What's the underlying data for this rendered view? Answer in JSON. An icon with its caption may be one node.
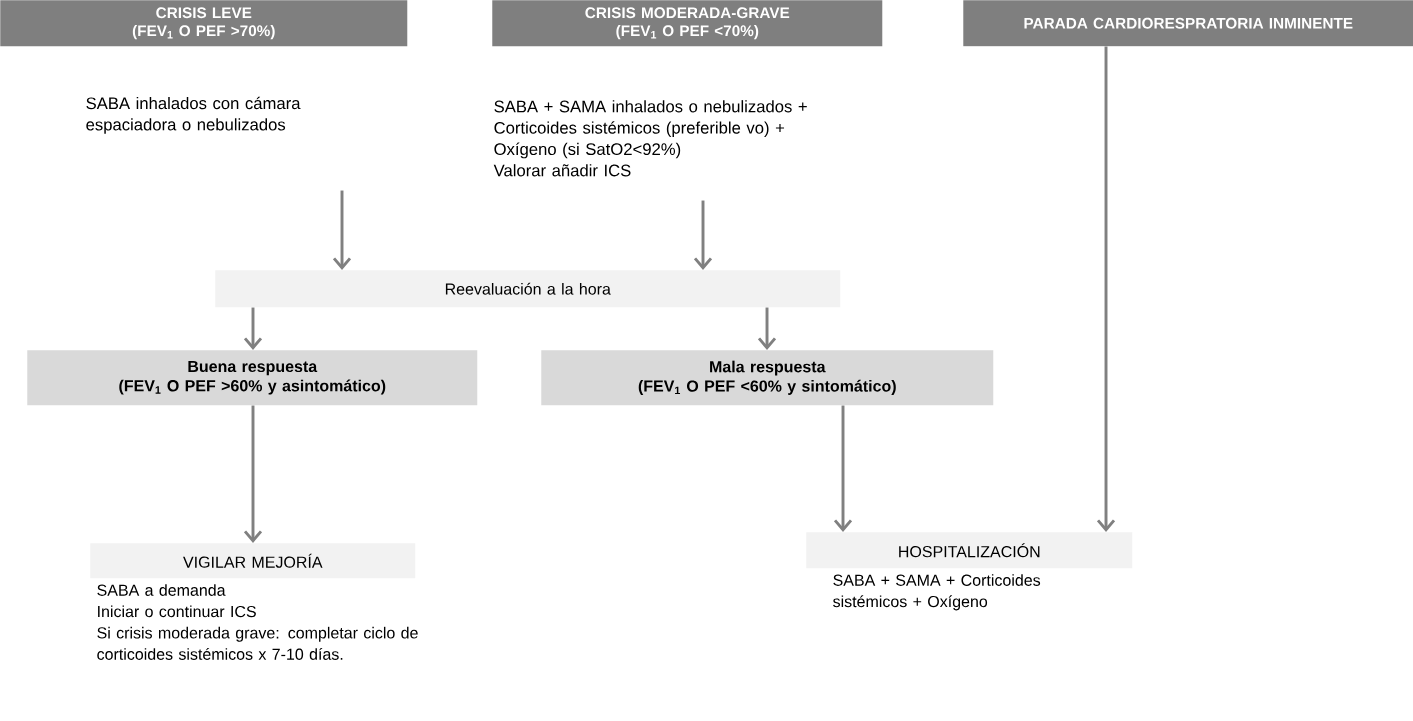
{
  "diagram": {
    "nodes": [
      {
        "text": [
          "CRISIS LEVE",
          "(FEV$_{1}$ O PEF >70%)"
        ]
      },
      {
        "text": [
          "SABA inhalados con cámara espaciadora o nebulizados"
        ]
      },
      {
        "text": [
          "CRISIS MODERADA-GRAVE",
          "(FEV$_{1}$ O PEF <70%)"
        ]
      },
      {
        "text": [
          "SABA + SAMA inhalados o nebulizados +",
          "Corticoides sistémicos (preferible vo) +",
          "Oxígeno (si SatO2<92%)",
          "Valorar añadir ICS"
        ]
      },
      {
        "text": [
          "PARADA CARDIORESPRATORIA INMINENTE"
        ]
      },
      {
        "text": [
          "Reevaluación a la hora"
        ]
      },
      {
        "text": [
          "Buena respuesta",
          "(FEV$_{1}$ O PEF >60% y asintomático)"
        ]
      },
      {
        "text": [
          "Mala respuesta",
          "(FEV$_{1}$ O PEF <60% y sintomático)"
        ]
      },
      {
        "text": [
          "VIGILAR MEJORÍA"
        ],
        "beside": [
          "SABA  a demanda",
          "Iniciar o continuar ICS",
          "Si crisis  moderada grave: completar ciclo de corticoides sistémicos x 7-10 días."
        ]
      },
      {
        "text": [
          "HOSPITALIZACIÓN"
        ],
        "beside": [
          "SABA + SAMA + Corticoides sistémicos + Oxígeno"
        ]
      }
    ],
    "edges": [
      {
        "from": 1,
        "to": 5,
        "arrow": "to"
      },
      {
        "from": 3,
        "to": 5,
        "arrow": "to"
      },
      {
        "from": 5,
        "to": 6,
        "arrow": "to"
      },
      {
        "from": 5,
        "to": 7,
        "arrow": "to"
      },
      {
        "from": 6,
        "to": 8,
        "arrow": "to"
      },
      {
        "from": 7,
        "to": 9,
        "arrow": "to"
      },
      {
        "from": 4,
        "to": 9,
        "arrow": "to"
      }
    ]
  }
}
